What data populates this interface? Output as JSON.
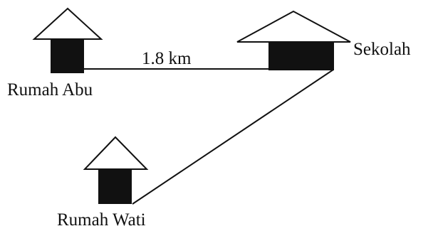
{
  "labels": {
    "house_abu": "Rumah Abu",
    "school": "Sekolah",
    "house_wati": "Rumah Wati",
    "distance_abu_school": "1.8 km"
  },
  "colors": {
    "line": "#111111",
    "fill_dark": "#111111",
    "roof_fill": "#ffffff"
  }
}
